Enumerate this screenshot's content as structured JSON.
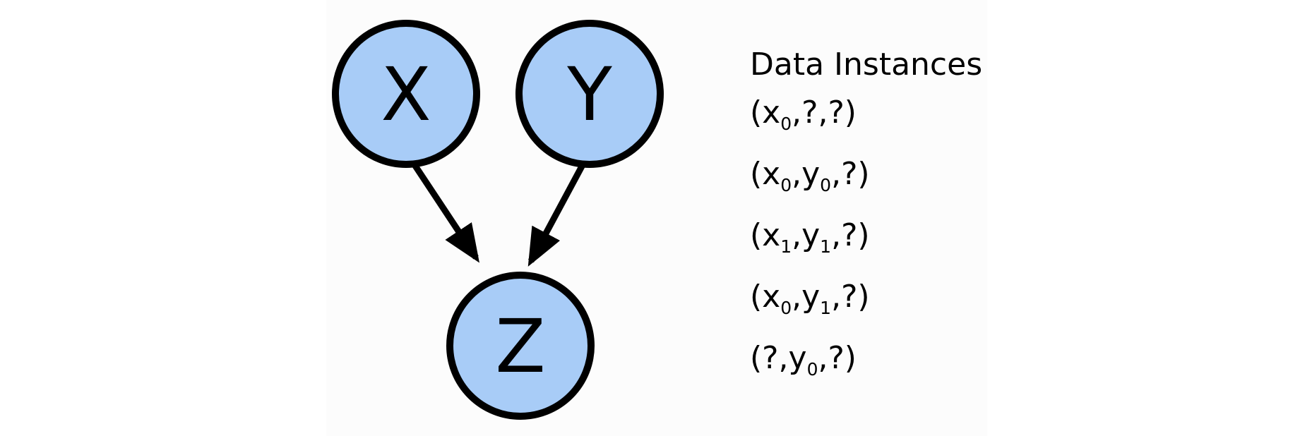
{
  "colors": {
    "node_fill": "#a8ccf7",
    "node_stroke": "#000000",
    "edge": "#000000"
  },
  "nodes": [
    {
      "id": "x",
      "label": "X"
    },
    {
      "id": "y",
      "label": "Y"
    },
    {
      "id": "z",
      "label": "Z"
    }
  ],
  "edges": [
    {
      "from": "X",
      "to": "Z"
    },
    {
      "from": "Y",
      "to": "Z"
    }
  ],
  "instances": {
    "title": "Data Instances",
    "rows": [
      [
        {
          "t": "("
        },
        {
          "t": "x",
          "sub": "0"
        },
        {
          "t": ",?,?)"
        }
      ],
      [
        {
          "t": "("
        },
        {
          "t": "x",
          "sub": "0"
        },
        {
          "t": ","
        },
        {
          "t": "y",
          "sub": "0"
        },
        {
          "t": ",?)"
        }
      ],
      [
        {
          "t": "("
        },
        {
          "t": "x",
          "sub": "1"
        },
        {
          "t": ","
        },
        {
          "t": "y",
          "sub": "1"
        },
        {
          "t": ",?)"
        }
      ],
      [
        {
          "t": "("
        },
        {
          "t": "x",
          "sub": "0"
        },
        {
          "t": ","
        },
        {
          "t": "y",
          "sub": "1"
        },
        {
          "t": ",?)"
        }
      ],
      [
        {
          "t": "(?,"
        },
        {
          "t": "y",
          "sub": "0"
        },
        {
          "t": ",?)"
        }
      ]
    ]
  }
}
